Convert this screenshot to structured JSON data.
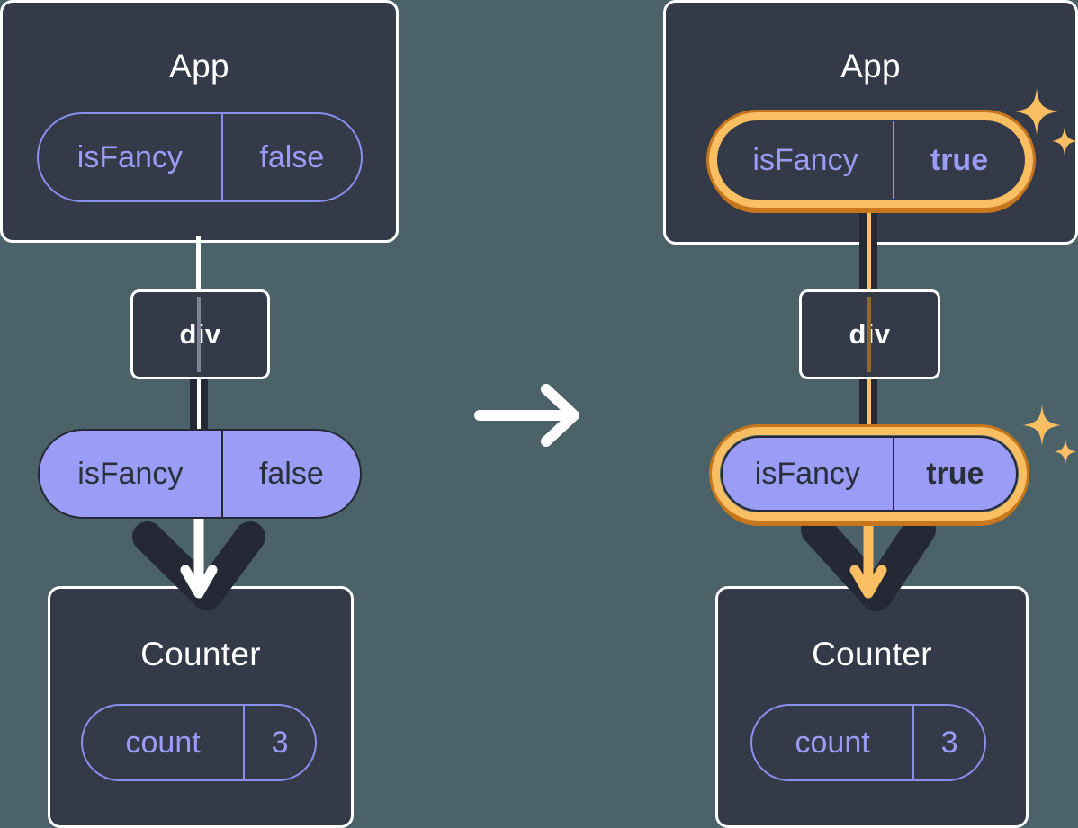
{
  "diagram": {
    "title_left": "App",
    "title_right": "App",
    "background_color": "#4b6269",
    "panel_color": "#343a48",
    "accent_purple": "#9a9cf5",
    "accent_amber": "#fbbf63",
    "accent_amber_dark": "#c8761b",
    "wire_dark": "#242935"
  },
  "before": {
    "app": {
      "title": "App",
      "state_pill": {
        "key": "isFancy",
        "value": "false",
        "highlighted": false,
        "style": "outline"
      }
    },
    "dom_node": {
      "label": "div"
    },
    "props_pill": {
      "key": "isFancy",
      "value": "false",
      "highlighted": false,
      "style": "filled"
    },
    "counter": {
      "title": "Counter",
      "state_pill": {
        "key": "count",
        "value": "3",
        "highlighted": false,
        "style": "outline"
      }
    }
  },
  "transition": {
    "icon": "arrow-right-icon"
  },
  "after": {
    "app": {
      "title": "App",
      "state_pill": {
        "key": "isFancy",
        "value": "true",
        "highlighted": true,
        "style": "outline"
      }
    },
    "dom_node": {
      "label": "div"
    },
    "props_pill": {
      "key": "isFancy",
      "value": "true",
      "highlighted": true,
      "style": "filled"
    },
    "counter": {
      "title": "Counter",
      "state_pill": {
        "key": "count",
        "value": "3",
        "highlighted": false,
        "style": "outline"
      }
    },
    "sparkle_icons": [
      "sparkle-icon",
      "sparkle-icon"
    ]
  }
}
